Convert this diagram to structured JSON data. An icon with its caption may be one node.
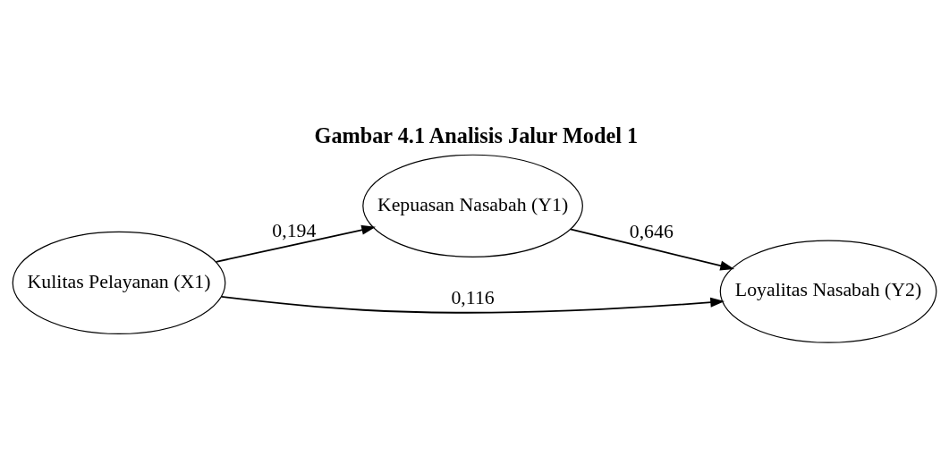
{
  "diagram": {
    "title": "Gambar 4.1 Analisis Jalur Model 1",
    "nodes": [
      {
        "text": [
          "Kepuasan Nasabah (Y1)"
        ]
      },
      {
        "text": [
          "Kulitas Pelayanan (X1)"
        ]
      },
      {
        "text": [
          "Loyalitas Nasabah (Y2)"
        ]
      }
    ],
    "edges": [
      {
        "from": 1,
        "to": 0,
        "arrow": "to",
        "label": "0,194"
      },
      {
        "from": 0,
        "to": 2,
        "arrow": "to",
        "label": "0,646"
      },
      {
        "from": 1,
        "to": 2,
        "arrow": "to",
        "label": "0,116"
      }
    ]
  }
}
